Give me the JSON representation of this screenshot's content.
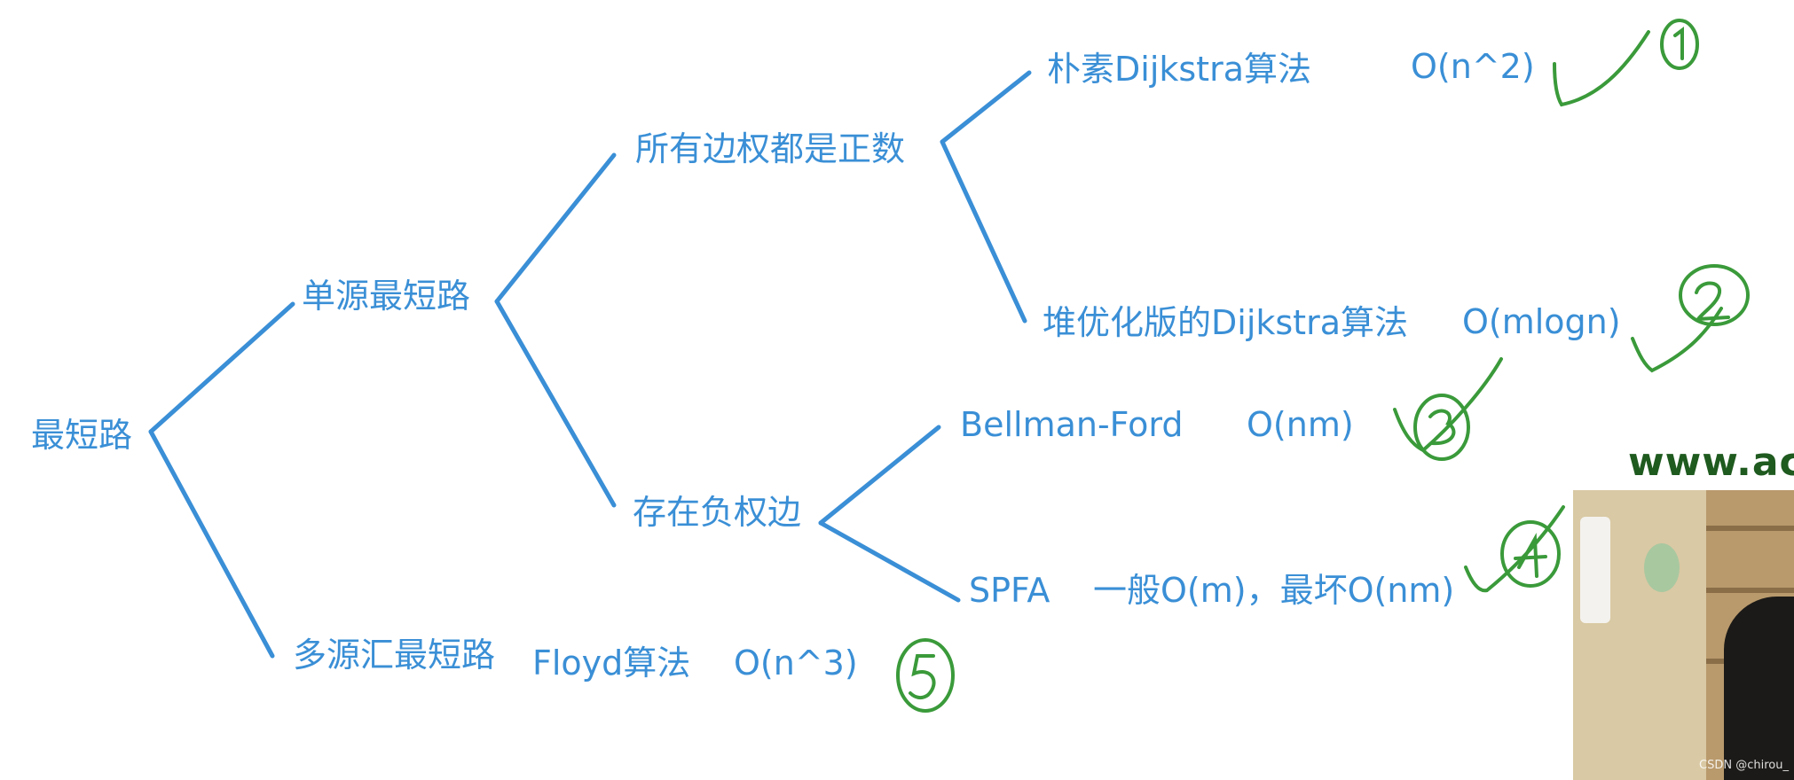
{
  "nodes": {
    "root": "最短路",
    "single_source": "单源最短路",
    "multi_source": "多源汇最短路",
    "all_positive": "所有边权都是正数",
    "negative": "存在负权边",
    "naive_dijkstra": "朴素Dijkstra算法",
    "naive_dijkstra_cx": "O(n^2)",
    "heap_dijkstra": "堆优化版的Dijkstra算法",
    "heap_dijkstra_cx": "O(mlogn)",
    "bellman_ford": "Bellman-Ford",
    "bellman_ford_cx": "O(nm)",
    "spfa": "SPFA",
    "spfa_cx": "一般O(m)，最坏O(nm)",
    "floyd": "Floyd算法",
    "floyd_cx": "O(n^3)"
  },
  "annotations": {
    "marks": [
      "1",
      "2",
      "3",
      "4",
      "5"
    ],
    "ink_color": "#3a9a3a"
  },
  "colors": {
    "tree_line": "#3a8fd6",
    "label": "#3a8fd6"
  },
  "overlay": {
    "watermark_site": "www.ac",
    "csdn_credit": "CSDN @chirou_"
  }
}
